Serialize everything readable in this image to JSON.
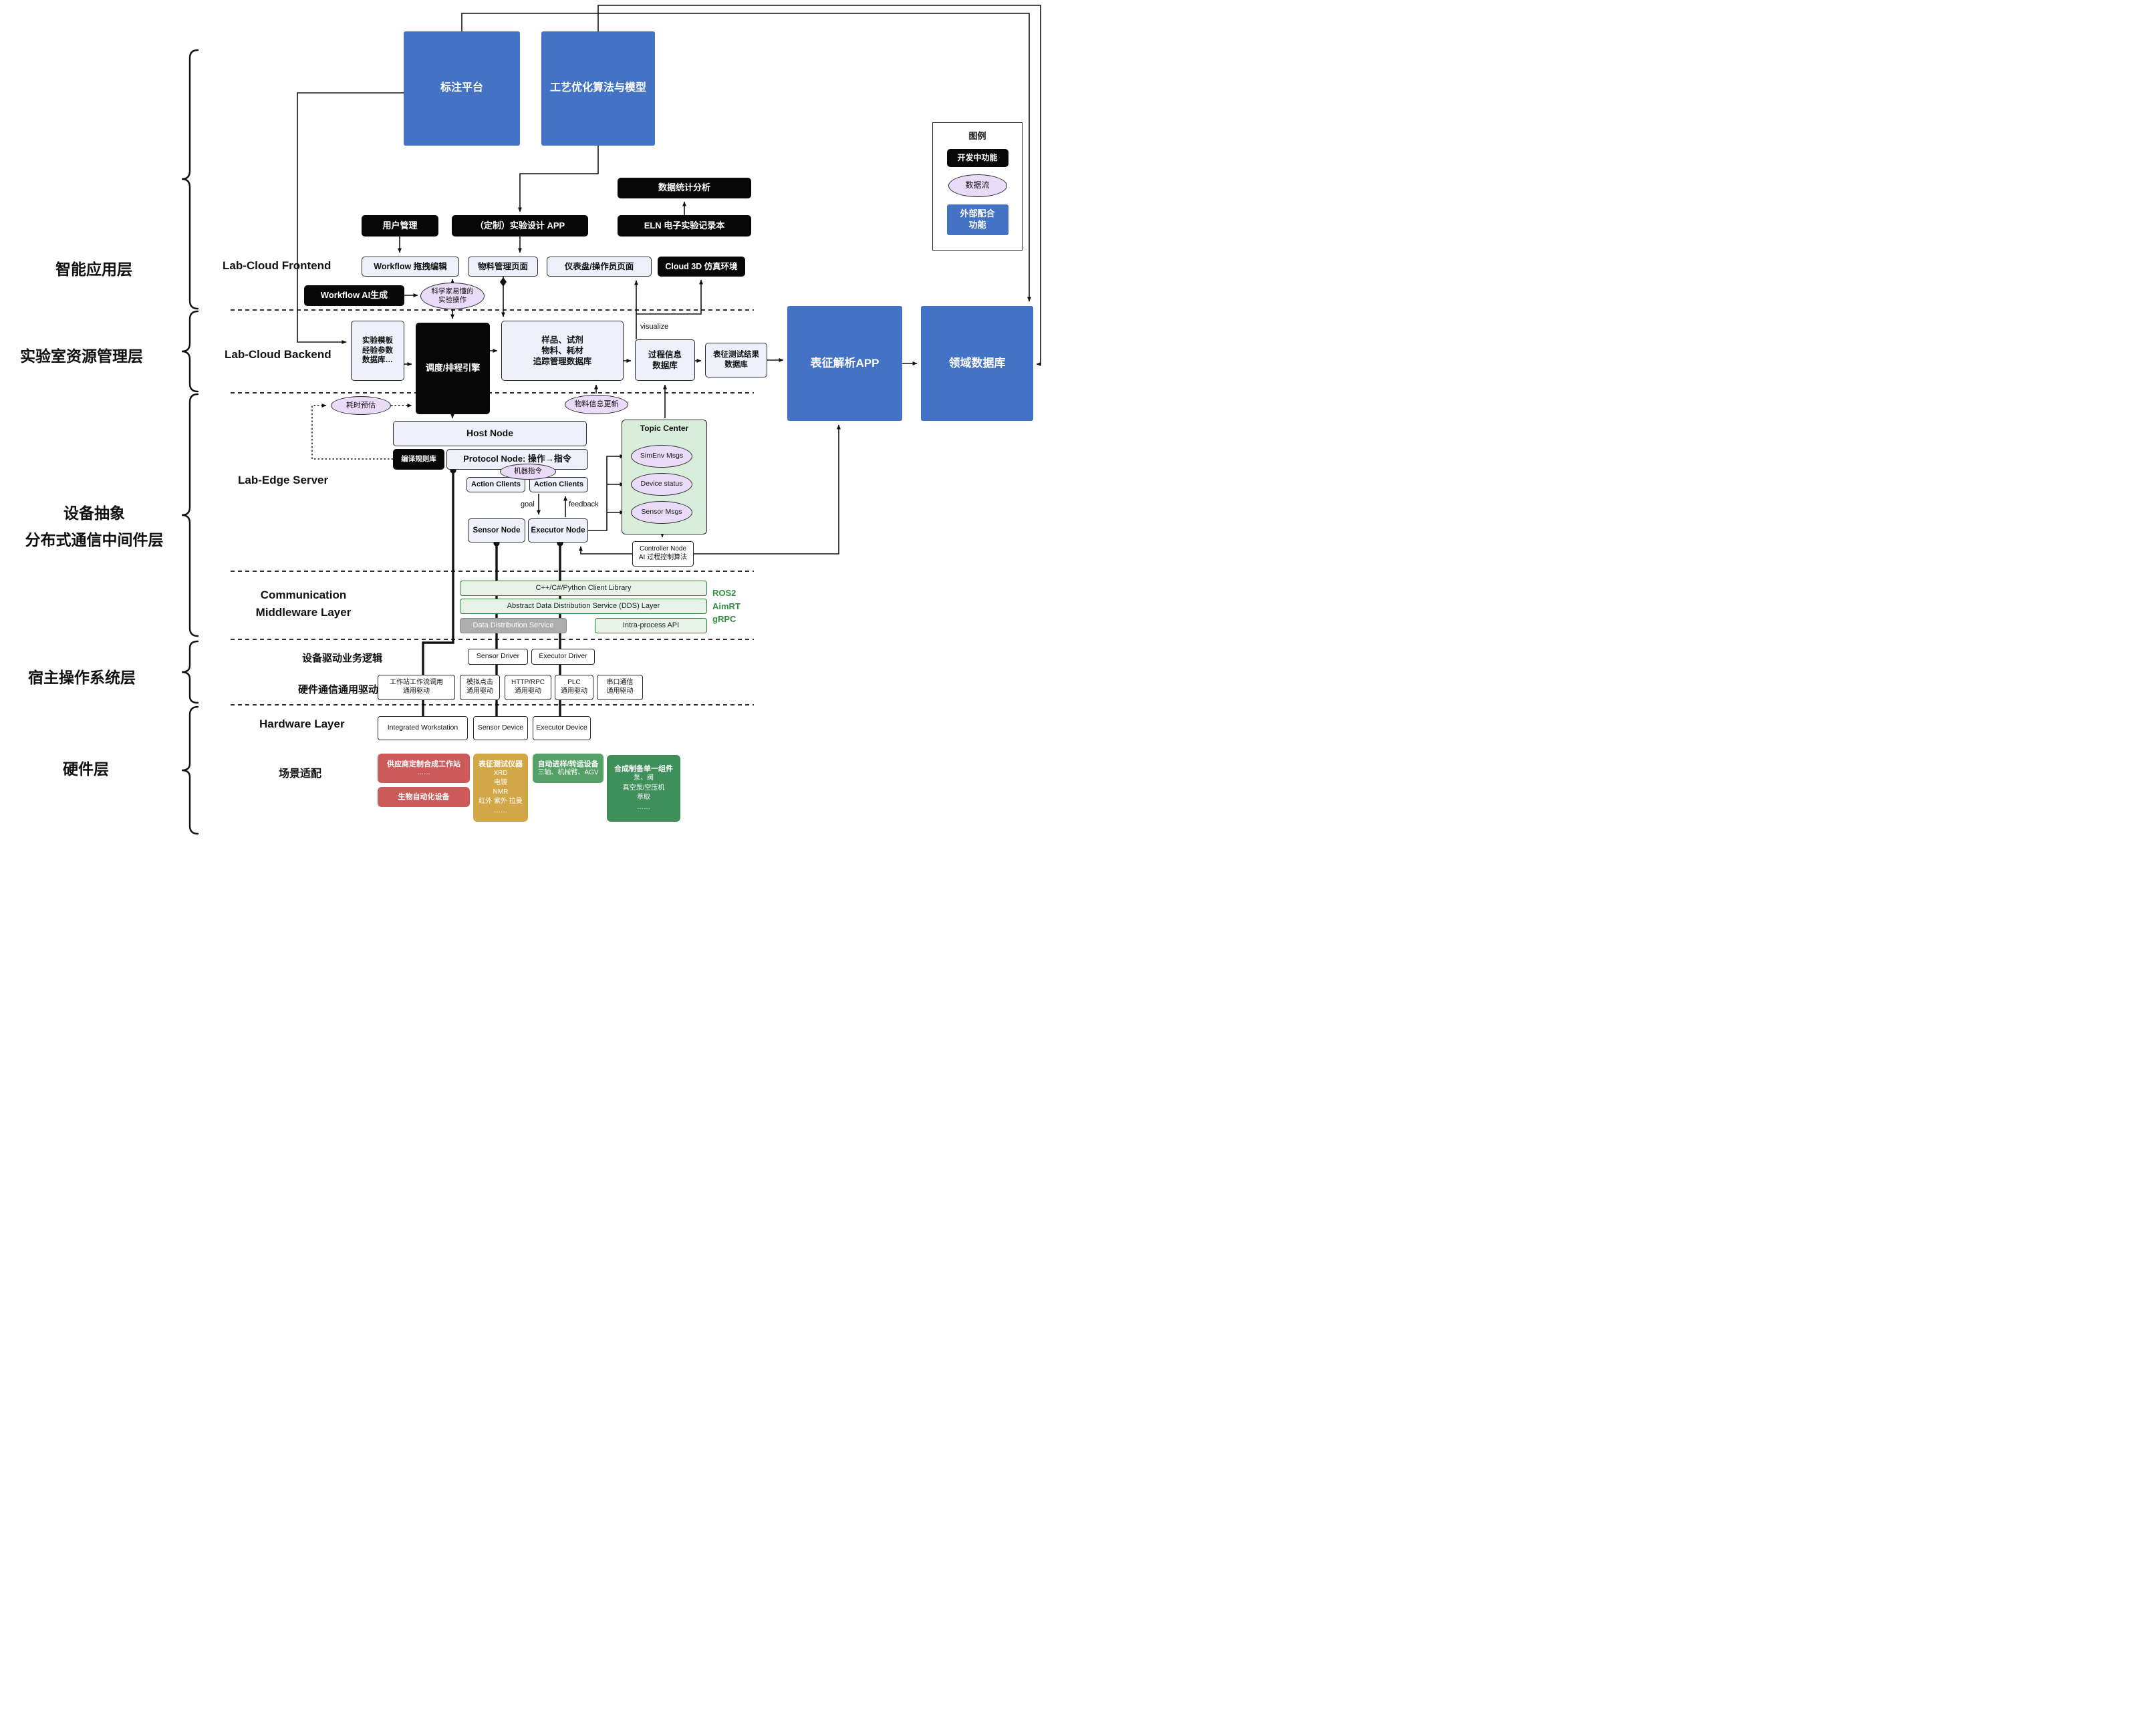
{
  "side_labels": {
    "app": "智能应用层",
    "resource": "实验室资源管理层",
    "middleware": "设备抽象\n分布式通信中间件层",
    "host_os": "宿主操作系统层",
    "hardware": "硬件层"
  },
  "section_labels": {
    "frontend": "Lab-Cloud Frontend",
    "backend": "Lab-Cloud Backend",
    "edge": "Lab-Edge Server",
    "comm": "Communication\nMiddleware Layer",
    "driver_logic": "设备驱动业务逻辑",
    "hw_comm": "硬件通信通用驱动",
    "hardware": "Hardware Layer",
    "scenario": "场景适配"
  },
  "top_boxes": {
    "annotation": "标注平台",
    "process_opt": "工艺优化算法与模型"
  },
  "legend": {
    "title": "图例",
    "dev": "开发中功能",
    "flow": "数据流",
    "external": "外部配合\n功能"
  },
  "app_layer": {
    "stats": "数据统计分析",
    "user_mgmt": "用户管理",
    "exp_design": "（定制）实验设计 APP",
    "eln": "ELN 电子实验记录本",
    "workflow_edit": "Workflow 拖拽编辑",
    "material_page": "物料管理页面",
    "dashboard": "仪表盘/操作员页面",
    "cloud3d": "Cloud 3D 仿真环境",
    "workflow_ai": "Workflow AI生成",
    "sci_ops": "科学家易懂的\n实验操作"
  },
  "backend": {
    "template_db": "实验模板\n经验参数\n数据库…",
    "scheduler": "调度/排程引擎",
    "tracking_db": "样品、试剂\n物料、耗材\n追踪管理数据库",
    "process_db": "过程信息\n数据库",
    "result_db": "表征测试结果\n数据库",
    "char_app": "表征解析APP",
    "domain_db": "领域数据库",
    "time_estimate": "耗时预估",
    "material_update": "物料信息更新",
    "visualize": "visualize"
  },
  "edge": {
    "host_node": "Host Node",
    "rule_lib": "编译规则库",
    "protocol_node": "Protocol Node: 操作→指令",
    "machine_cmd": "机器指令",
    "action_clients1": "Action Clients",
    "action_clients2": "Action Clients",
    "sensor_node": "Sensor Node",
    "executor_node": "Executor Node",
    "goal": "goal",
    "feedback": "feedback",
    "topic_center": {
      "title": "Topic Center",
      "simenv": "SimEnv Msgs",
      "device_status": "Device status",
      "sensor_msgs": "Sensor Msgs"
    },
    "controller": "Controller Node\nAI 过程控制算法"
  },
  "middleware": {
    "client_lib": "C++/C#/Python Client Library",
    "dds": "Abstract Data Distribution Service (DDS) Layer",
    "dds_impl": "Data Distribution Service",
    "intra": "Intra-process API",
    "stack": "ROS2\nAimRT\ngRPC"
  },
  "host_os": {
    "sensor_driver": "Sensor Driver",
    "executor_driver": "Executor Driver",
    "drivers": [
      "工作站工作流调用\n通用驱动",
      "模拟点击\n通用驱动",
      "HTTP/RPC\n通用驱动",
      "PLC\n通用驱动",
      "串口通信\n通用驱动"
    ]
  },
  "hardware": {
    "workstation": "Integrated Workstation",
    "sensor_device": "Sensor Device",
    "executor_device": "Executor Device"
  },
  "scenario": {
    "vendor": {
      "title": "供应商定制合成工作站",
      "items": "……"
    },
    "bio": {
      "title": "生物自动化设备",
      "items": ""
    },
    "char": {
      "title": "表征测试仪器",
      "items": "XRD\n电镜\nNMR\n红外 紫外 拉曼\n……"
    },
    "transfer": {
      "title": "自动进样/转运设备",
      "items": "三轴、机械臂、AGV"
    },
    "synthesis": {
      "title": "合成制备单一组件",
      "items": "泵、阀\n真空泵/空压机\n萃取\n……"
    }
  }
}
